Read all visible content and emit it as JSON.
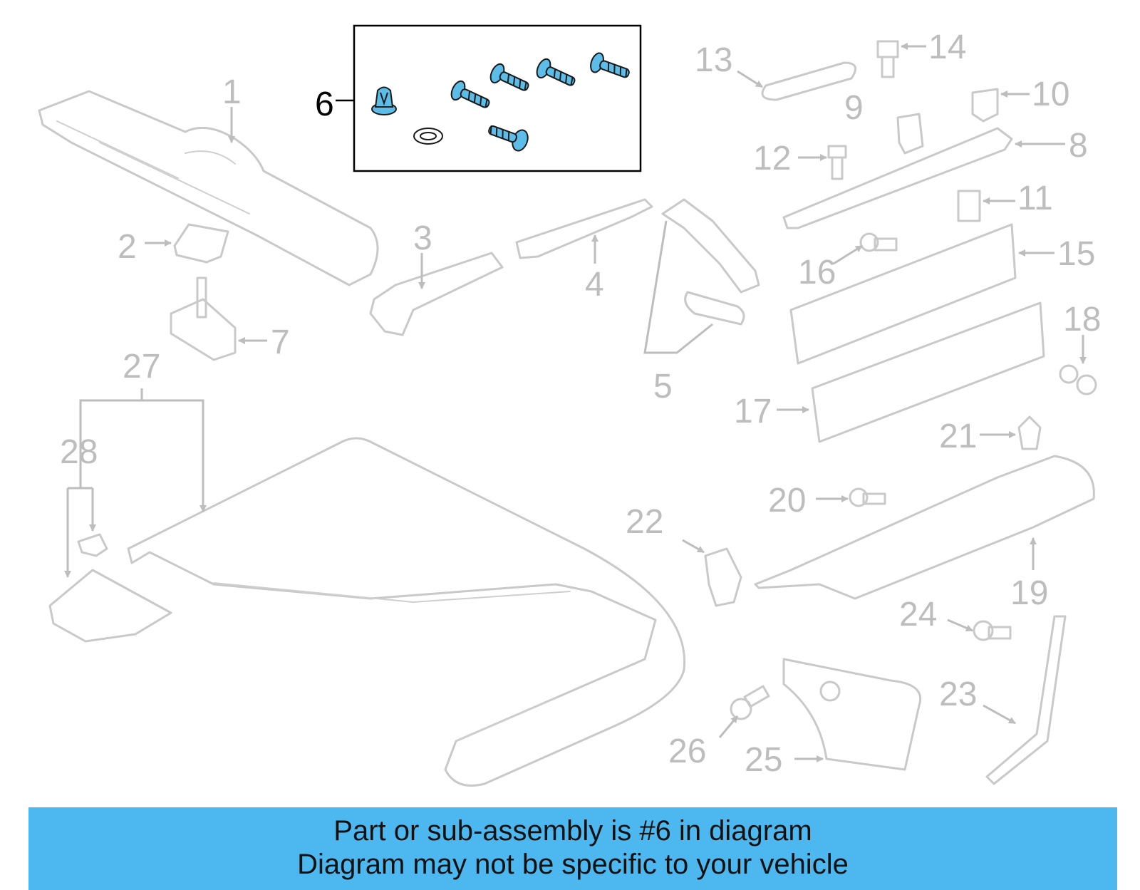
{
  "diagram": {
    "highlighted_callout": "6",
    "callouts": [
      "1",
      "2",
      "3",
      "4",
      "5",
      "6",
      "7",
      "8",
      "9",
      "10",
      "11",
      "12",
      "13",
      "14",
      "15",
      "16",
      "17",
      "18",
      "19",
      "20",
      "21",
      "22",
      "23",
      "24",
      "25",
      "26",
      "27",
      "28"
    ],
    "highlight_color": "#5bbde8"
  },
  "banner": {
    "line1": "Part or sub-assembly is #6 in diagram",
    "line2": "Diagram may not be specific to your vehicle",
    "background": "#4cb8ef"
  }
}
